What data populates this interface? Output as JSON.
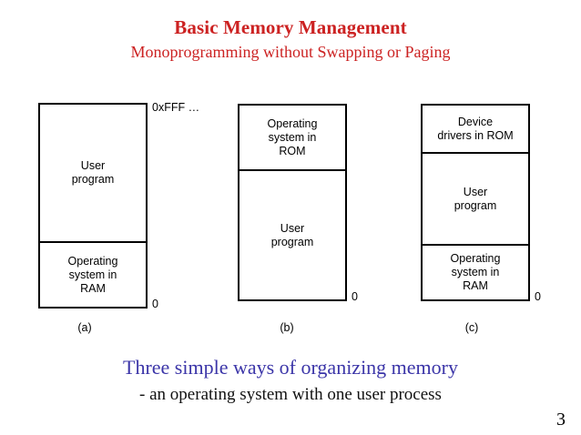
{
  "slide": {
    "title": "Basic Memory Management",
    "subtitle": "Monoprogramming without Swapping or Paging",
    "title_color": "#cc2222",
    "footer_color": "#3b35a8",
    "page_number": "3"
  },
  "figures": [
    {
      "caption": "(a)",
      "top_address": "0xFFF …",
      "bottom_address": "0",
      "segments": [
        {
          "name": "user-program",
          "lines": [
            "User",
            "program"
          ]
        },
        {
          "name": "operating-system-ram",
          "lines": [
            "Operating",
            "system in",
            "RAM"
          ]
        }
      ]
    },
    {
      "caption": "(b)",
      "top_address": "",
      "bottom_address": "0",
      "segments": [
        {
          "name": "operating-system-rom",
          "lines": [
            "Operating",
            "system in",
            "ROM"
          ]
        },
        {
          "name": "user-program",
          "lines": [
            "User",
            "program"
          ]
        }
      ]
    },
    {
      "caption": "(c)",
      "top_address": "",
      "bottom_address": "0",
      "segments": [
        {
          "name": "device-drivers-rom",
          "lines": [
            "Device",
            "drivers in ROM"
          ]
        },
        {
          "name": "user-program",
          "lines": [
            "User",
            "program"
          ]
        },
        {
          "name": "operating-system-ram",
          "lines": [
            "Operating",
            "system in",
            "RAM"
          ]
        }
      ]
    }
  ],
  "footer": {
    "headline": "Three simple ways of organizing memory",
    "subline": "- an operating system with one user process"
  }
}
